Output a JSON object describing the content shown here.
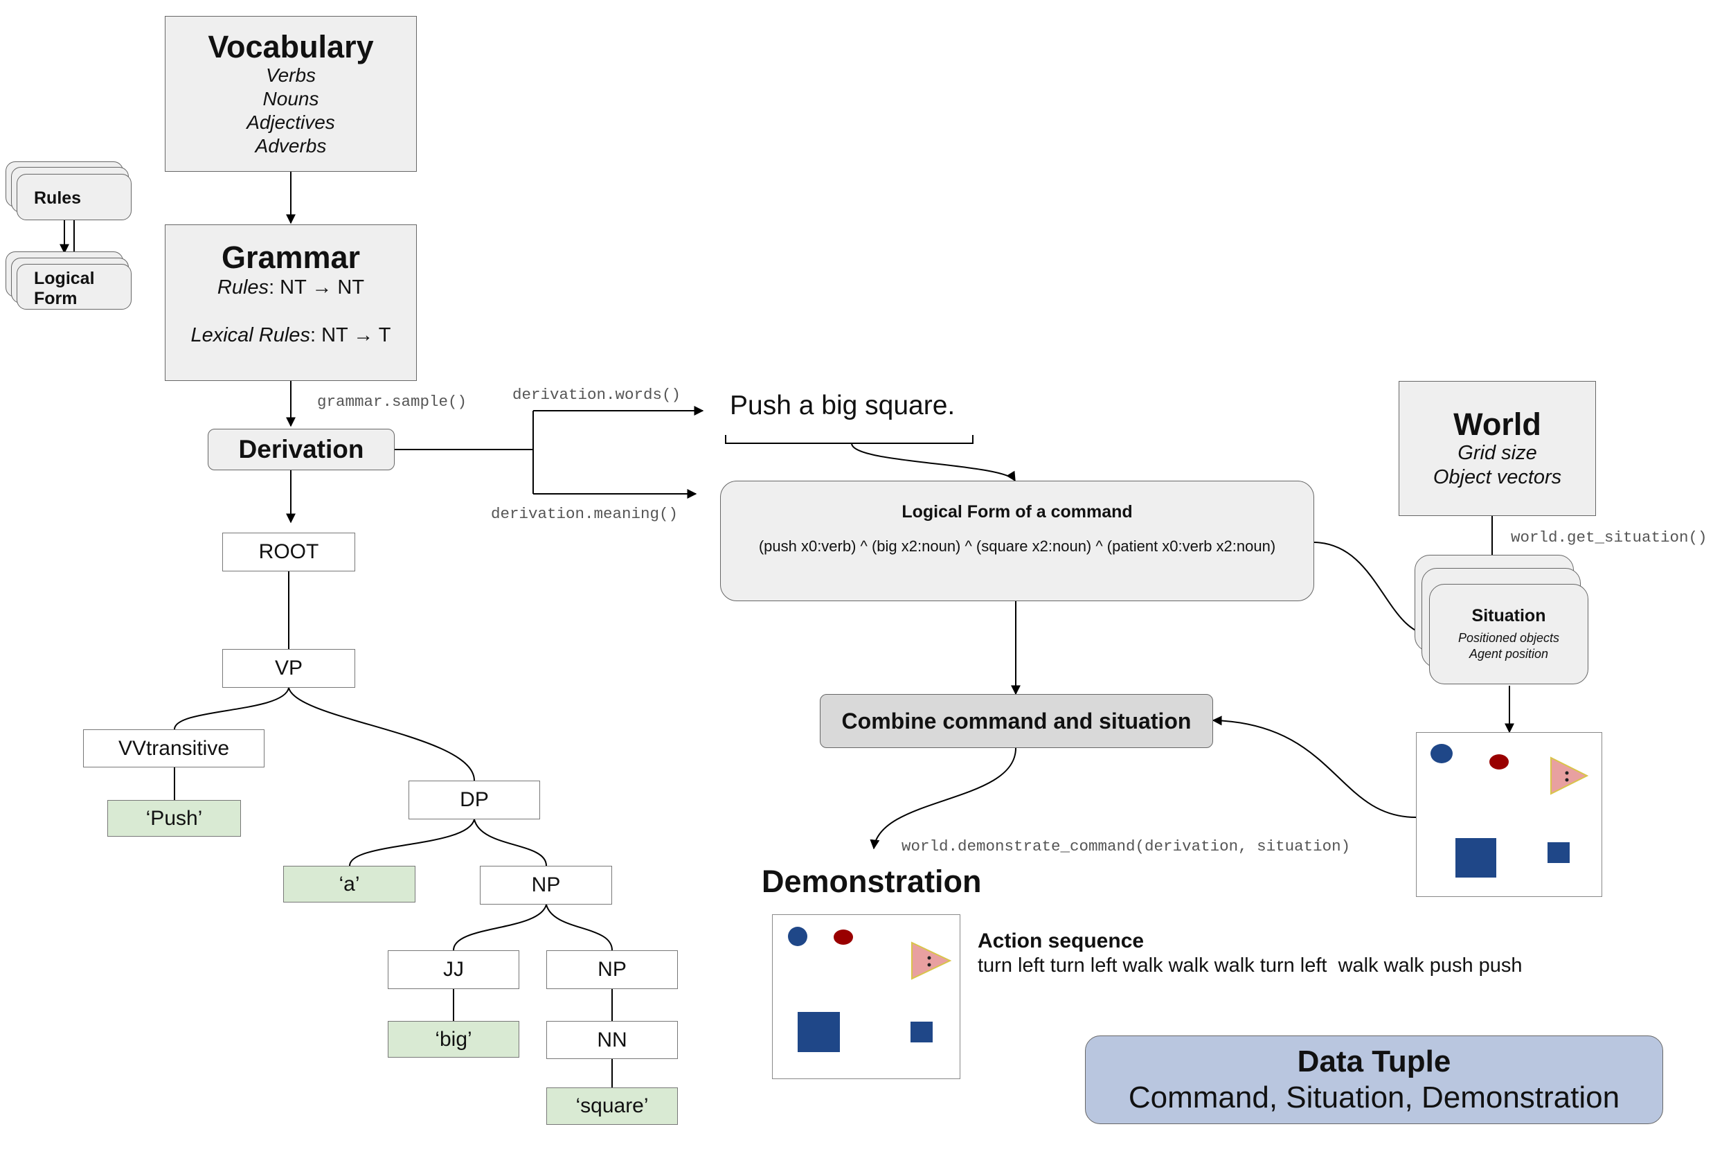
{
  "vocabulary": {
    "title": "Vocabulary",
    "items": [
      "Verbs",
      "Nouns",
      "Adjectives",
      "Adverbs"
    ]
  },
  "side": {
    "rules": "Rules",
    "logical_form_1": "Logical",
    "logical_form_2": "Form"
  },
  "grammar": {
    "title": "Grammar",
    "rules_label": "Rules",
    "rules_value": ": NT → NT",
    "lexical_label": "Lexical Rules",
    "lexical_value": ": NT → T"
  },
  "code": {
    "grammar_sample": "grammar.sample()",
    "words": "derivation.words()",
    "meaning": "derivation.meaning()",
    "get_situation": "world.get_situation()",
    "demonstrate": "world.demonstrate_command(derivation, situation)"
  },
  "derivation": "Derivation",
  "tree": {
    "root": "ROOT",
    "vp": "VP",
    "vvtransitive": "VVtransitive",
    "push": "‘Push’",
    "dp": "DP",
    "a": "‘a’",
    "np1": "NP",
    "jj": "JJ",
    "np2": "NP",
    "big": "‘big’",
    "nn": "NN",
    "square": "‘square’"
  },
  "sentence": "Push a big square.",
  "logical_form": {
    "title": "Logical Form of a command",
    "formula": "(push x0:verb) ^ (big x2:noun) ^ (square x2:noun) ^ (patient x0:verb x2:noun)"
  },
  "world": {
    "title": "World",
    "items": [
      "Grid size",
      "Object vectors"
    ]
  },
  "situation": {
    "title": "Situation",
    "items": [
      "Positioned objects",
      "Agent position"
    ]
  },
  "combine": "Combine command and situation",
  "demonstration": {
    "title": "Demonstration",
    "action_title": "Action sequence",
    "action_text": "turn left turn left walk walk walk turn left  walk walk push push"
  },
  "data_tuple": {
    "title": "Data Tuple",
    "subtitle": "Command, Situation, Demonstration"
  },
  "colors": {
    "blue_object": "#1f4788",
    "red_object": "#990000",
    "agent": "#e8a0a0",
    "leaf_fill": "#d9ead3",
    "tuple_fill": "#b9c6df",
    "combine_fill": "#d9d9d9"
  }
}
